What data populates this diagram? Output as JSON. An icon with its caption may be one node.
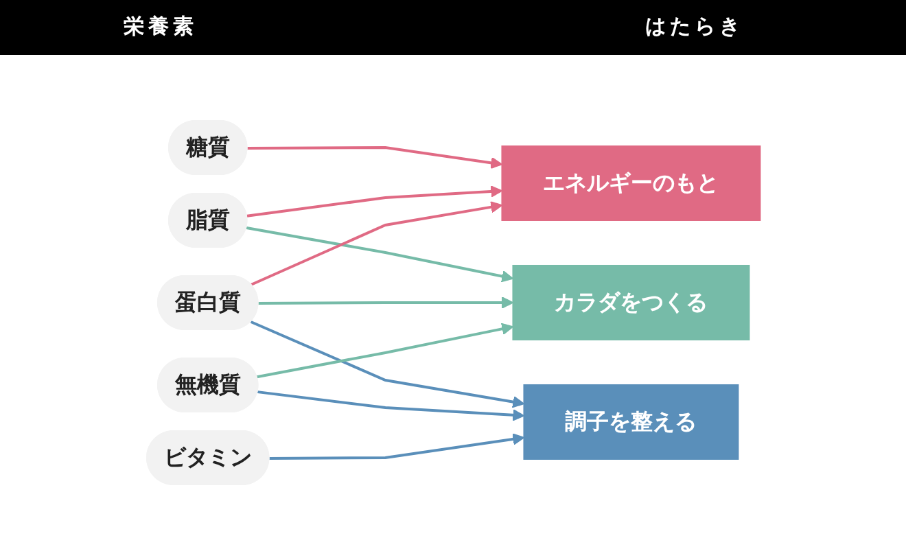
{
  "diagram": {
    "nodes": [
      {
        "text": [
          "糖質"
        ]
      },
      {
        "text": [
          "脂質"
        ]
      },
      {
        "text": [
          "蛋白質"
        ]
      },
      {
        "text": [
          "無機質"
        ]
      },
      {
        "text": [
          "ビタミン"
        ]
      },
      {
        "text": [
          "エネルギーのもと"
        ]
      },
      {
        "text": [
          "カラダをつくる"
        ]
      },
      {
        "text": [
          "調子を整える"
        ]
      }
    ],
    "edges": [
      {
        "from": 0,
        "to": 5,
        "arrow": "to",
        "color": "#e06a84"
      },
      {
        "from": 1,
        "to": 5,
        "arrow": "to",
        "color": "#e06a84"
      },
      {
        "from": 1,
        "to": 6,
        "arrow": "to",
        "color": "#76bba8"
      },
      {
        "from": 2,
        "to": 5,
        "arrow": "to",
        "color": "#e06a84"
      },
      {
        "from": 2,
        "to": 6,
        "arrow": "to",
        "color": "#76bba8"
      },
      {
        "from": 2,
        "to": 7,
        "arrow": "to",
        "color": "#5a8fba"
      },
      {
        "from": 3,
        "to": 6,
        "arrow": "to",
        "color": "#76bba8"
      },
      {
        "from": 3,
        "to": 7,
        "arrow": "to",
        "color": "#5a8fba"
      },
      {
        "from": 4,
        "to": 7,
        "arrow": "to",
        "color": "#5a8fba"
      }
    ],
    "labels": [
      "栄養素",
      "はたらき"
    ]
  }
}
